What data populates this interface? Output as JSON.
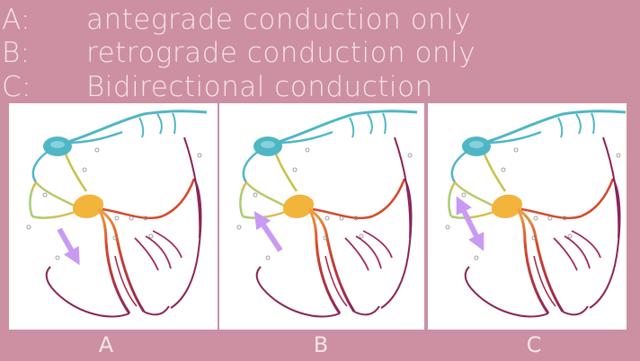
{
  "options": [
    {
      "key": "A:",
      "text": "antegrade conduction only"
    },
    {
      "key": "B:",
      "text": "retrograde conduction only"
    },
    {
      "key": "C:",
      "text": "Bidirectional conduction"
    }
  ],
  "panels": [
    {
      "caption": "A",
      "arrow": "antegrade-down"
    },
    {
      "caption": "B",
      "arrow": "retrograde-up"
    },
    {
      "caption": "C",
      "arrow": "bidirectional"
    }
  ],
  "colors": {
    "background": "#cd8fa2",
    "atrial_pathway": "#4fb6c6",
    "av_node": "#f2b43a",
    "ventricle_pathway": "#8b2458",
    "accessory_arrow": "#c99af2"
  }
}
